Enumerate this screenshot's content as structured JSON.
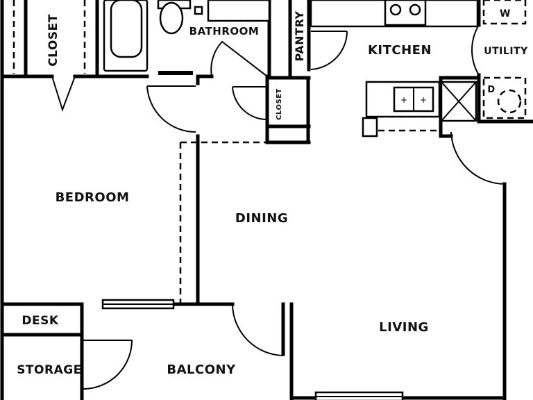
{
  "rooms": {
    "closet_top": "CLOSET",
    "bathroom": "BATHROOM",
    "pantry": "PANTRY",
    "kitchen": "KITCHEN",
    "utility": "UTILITY",
    "closet_small": "CLOSET",
    "bedroom": "BEDROOM",
    "dining": "DINING",
    "living": "LIVING",
    "desk": "DESK",
    "storage": "STORAGE",
    "balcony": "BALCONY"
  },
  "appliances": {
    "washer": "W",
    "dryer": "D"
  }
}
